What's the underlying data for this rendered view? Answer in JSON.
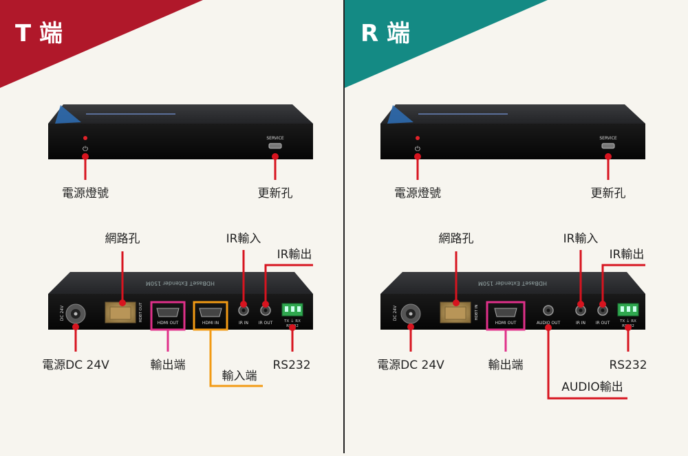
{
  "colors": {
    "background": "#f7f5ef",
    "divider": "#222222",
    "t_banner": "#b0182a",
    "r_banner": "#148a84",
    "callout_red": "#d7141f",
    "hdmi_out_frame": "#e0308a",
    "hdmi_in_frame": "#f29a14",
    "device_body": "#2b2b2b"
  },
  "panels": [
    {
      "id": "t",
      "title": "T 端",
      "front": {
        "service_label": "SERVICE",
        "callouts": {
          "power": "電源燈號",
          "update": "更新孔"
        }
      },
      "rear": {
        "brand_text": "HDBaseT Extender 150M",
        "port_labels": {
          "dc": "DC 24V",
          "hdbt": "HDBT OUT",
          "hdmi_out": "HDMI OUT",
          "hdmi_in": "HDMI IN",
          "ir_in": "IR IN",
          "ir_out": "IR OUT",
          "rs232_pins": "TX ⏚ RX",
          "rs232": "RS232"
        },
        "callouts": {
          "lan": "網路孔",
          "ir_in": "IR輸入",
          "ir_out": "IR輸出",
          "dc": "電源DC 24V",
          "out": "輸出端",
          "in": "輸入端",
          "rs232": "RS232"
        }
      }
    },
    {
      "id": "r",
      "title": "R 端",
      "front": {
        "service_label": "SERVICE",
        "callouts": {
          "power": "電源燈號",
          "update": "更新孔"
        }
      },
      "rear": {
        "brand_text": "HDBaseT Extender 150M",
        "port_labels": {
          "dc": "DC 24V",
          "hdbt": "HDBT IN",
          "hdmi_out": "HDMI OUT",
          "audio_out": "AUDIO OUT",
          "ir_in": "IR IN",
          "ir_out": "IR OUT",
          "rs232_pins": "TX ⏚ RX",
          "rs232": "RS232"
        },
        "callouts": {
          "lan": "網路孔",
          "ir_in": "IR輸入",
          "ir_out": "IR輸出",
          "dc": "電源DC 24V",
          "out": "輸出端",
          "audio": "AUDIO輸出",
          "rs232": "RS232"
        }
      }
    }
  ]
}
